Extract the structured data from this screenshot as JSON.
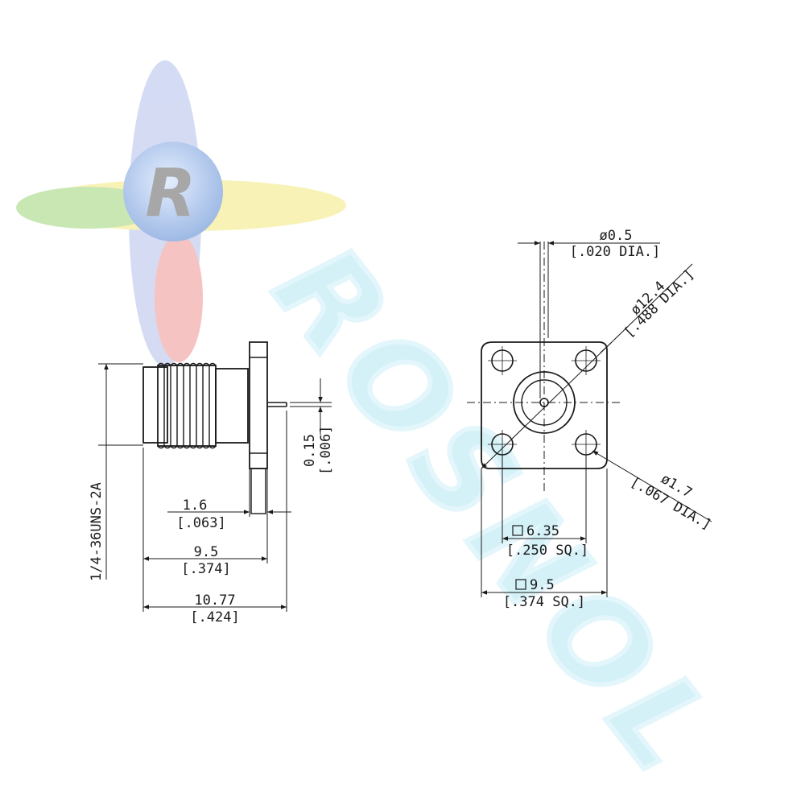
{
  "watermark": {
    "logo_letter": "R",
    "brand_text": "ROSNOL",
    "colors": {
      "blue": "#8aa7d8",
      "green": "#9ccc7a",
      "yellow": "#f3e27a",
      "red": "#f19a9a",
      "cyan": "#c5ecf6"
    }
  },
  "side_view": {
    "thread_spec": "1/4-36UNS-2A",
    "pin_offset": {
      "metric": "0.15",
      "imperial": "[.006]"
    },
    "flange_thickness": {
      "metric": "1.6",
      "imperial": "[.063]"
    },
    "to_flange": {
      "metric": "9.5",
      "imperial": "[.374]"
    },
    "overall_length": {
      "metric": "10.77",
      "imperial": "[.424]"
    }
  },
  "front_view": {
    "pin_dia": {
      "metric": "ø0.5",
      "imperial": "[.020 DIA.]"
    },
    "bolt_circle": {
      "metric": "ø12.4",
      "imperial": "[.488 DIA.]"
    },
    "hole_dia": {
      "metric": "ø1.7",
      "imperial": "[.067 DIA.]"
    },
    "hole_spacing": {
      "metric": "6.35",
      "imperial": "[.250 SQ.]"
    },
    "flange_size": {
      "metric": "9.5",
      "imperial": "[.374 SQ.]"
    }
  }
}
